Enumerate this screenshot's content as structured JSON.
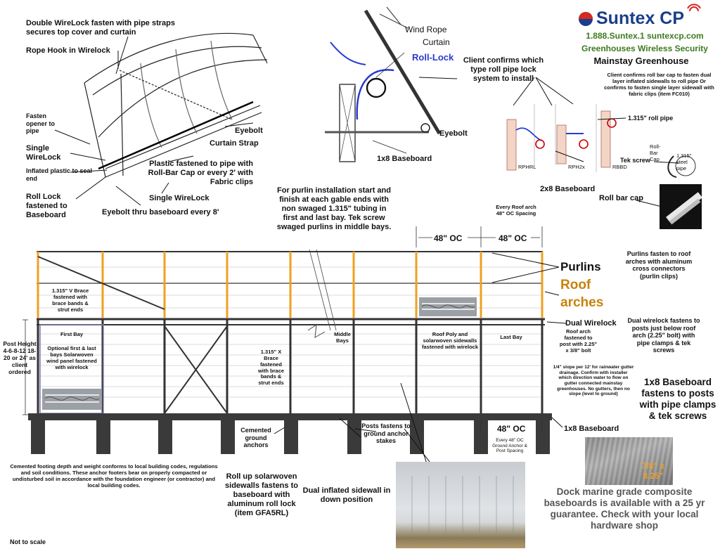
{
  "brand": {
    "name": "Suntex CP",
    "phone_site": "1.888.Suntex.1  suntexcp.com",
    "tagline": "Greenhouses   Wireless Security",
    "product": "Mainstay Greenhouse"
  },
  "colors": {
    "purlin_orange": "#f0a020",
    "frame": "#333333",
    "brand_green": "#3c7a1e",
    "brand_blue": "#1a3e8c",
    "roof_arches_text": "#c8820a",
    "dock_text": "#555555",
    "logo_red": "#d62a1e",
    "rolllock_blue": "#2a3ad0"
  },
  "top_left": {
    "double_wirelock": "Double WireLock fasten with pipe straps secures top cover and curtain",
    "rope_hook": "Rope Hook in Wirelock",
    "fasten_opener": "Fasten opener to pipe",
    "single_wirelock_1": "Single WireLock",
    "inflated_plastic": "Inflated plastic to seal end",
    "roll_lock": "Roll Lock fastened to Baseboard",
    "eyebolt": "Eyebolt",
    "curtain_strap": "Curtain Strap",
    "plastic_fastened": "Plastic fastened to pipe with Roll-Bar Cap or every 2' with Fabric clips",
    "single_wirelock_2": "Single WireLock",
    "eyebolt_thru": "Eyebolt thru baseboard every 8'"
  },
  "top_center": {
    "wind_rope": "Wind Rope",
    "curtain": "Curtain",
    "roll_lock": "Roll-Lock",
    "eyebolt": "Eyebolt",
    "baseboard": "1x8 Baseboard",
    "client_confirms": "Client confirms which type roll pipe lock system to install"
  },
  "top_right": {
    "client_confirms_cap": "Client confirms roll bar cap to fasten dual layer inflated sidewalls to roll pipe Or confirms to fasten single layer sidewall with fabric clips (item FC010)",
    "roll_pipe": "1.315\" roll pipe",
    "rphrl": "RPHRL",
    "rph2x": "RPH2x",
    "rbbd": "RBBD",
    "baseboard_2x8": "2x8 Baseboard",
    "tek_screw": "Tek screw",
    "roll_bar_cap_small": "Roll-Bar Cap",
    "steel_pipe": "1.315\" steel pipe",
    "roll_bar_cap": "Roll bar cap"
  },
  "middle": {
    "purlin_install": "For purlin installation start and finish at each gable ends with non swaged 1.315\" tubing in first and last bay.  Tek screw swaged purlins in middle bays.",
    "every_roof_arch": "Every Roof arch 48\" OC Spacing",
    "oc_1": "48\" OC",
    "oc_2": "48\" OC",
    "purlins": "Purlins",
    "roof_arches": "Roof arches",
    "purlins_fasten": "Purlins fasten to roof arches with aluminum cross connectors (purlin clips)",
    "v_brace": "1.315\" V Brace fastened with brace bands & strut ends",
    "dual_wirelock": "Dual Wirelock",
    "dual_wirelock_fastens": "Dual wirelock fastens to posts just below roof arch (2.25\" bolt) with pipe clamps & tek screws",
    "post_height": "Post Height 4-6-8-12 18-20 or 24' as client ordered",
    "first_bay": "First Bay",
    "optional_panel": "Optional first & last bays Solarwoven wind panel fastened with wirelock",
    "x_brace": "1.315\" X Brace fastened with brace bands & strut ends",
    "middle_bays": "Middle Bays",
    "roof_poly": "Roof Poly and solarwoven sidewalls fastened with wirelock",
    "last_bay": "Last Bay",
    "roof_arch_fastened": "Roof arch fastened to post with 2.25\" x 3/8\" bolt",
    "slope_note": "1/4\" slope per 12' for rainwater gutter drainage.  Confirm with installer which direction water to flow on gutter connected mainstay greenhouses. No gutters, then no slope (level to ground)",
    "baseboard_posts": "1x8 Baseboard fastens to posts with pipe clamps & tek screws",
    "cemented_anchors": "Cemented ground anchors",
    "posts_fasten": "Posts fastens to ground anchor stakes",
    "oc_3": "48\" OC",
    "baseboard_label": "1x8 Baseboard",
    "every_ground_anchor": "Every 48\" OC Ground Anchor & Post Spacing"
  },
  "bottom": {
    "footing_note": "Cemented footing depth and weight conforms to local building codes, regulations and soil conditions.  These anchor footers bear on properly compacted or undisturbed soil in accordance with the foundation engineer (or contractor) and local building codes.",
    "roll_up_note": "Roll up solarwoven sidewalls fastens to baseboard with aluminum roll lock (item GFA5RL)",
    "dual_inflated": "Dual inflated sidewall in down position",
    "board_size": "7/8\" x 8.25\"",
    "dock_note": "Dock marine grade composite baseboards is available with a 25 yr guarantee. Check with your local hardware shop",
    "not_to_scale": "Not to scale"
  }
}
